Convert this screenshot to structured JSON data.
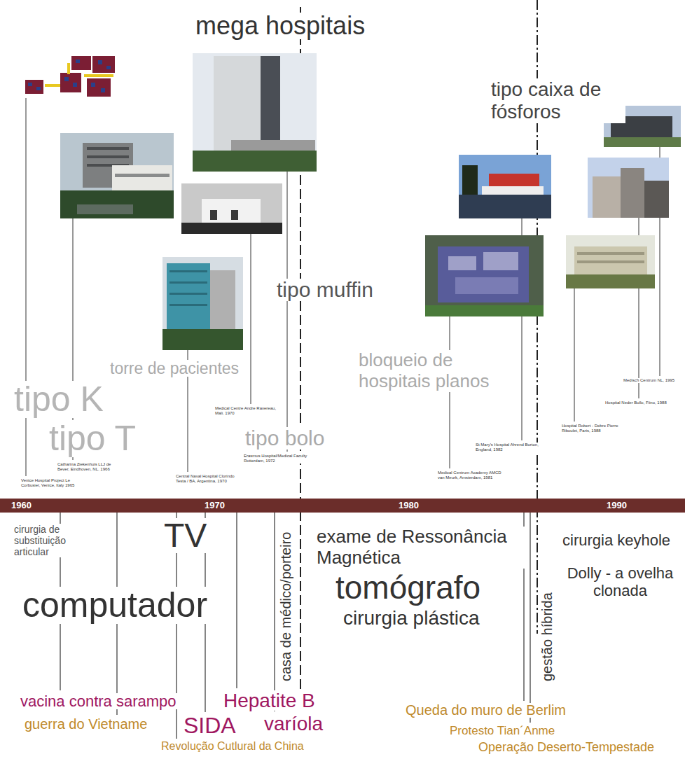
{
  "diagram": {
    "nodes": [
      {
        "text": [
          "1960",
          "1970",
          "1980",
          "1990"
        ]
      }
    ],
    "labels": [
      "mega hospitais",
      "tipo caixa de fósforos",
      "tipo muffin",
      "torre de pacientes",
      "bloqueio de hospitais planos",
      "tipo K",
      "tipo T",
      "tipo bolo",
      "Venice Hospital Project Le Corbusier, Venice, Italy 1965",
      "Catharina Ziekenhuis LLJ de Bever, Eindhoven, NL. 1966",
      "Central Naval Hospital Clorindo Testa / BA, Argentina, 1970",
      "Medical Centre Andre Ravereau, Mali. 1970",
      "Erasmus Hospital/Medical Faculty Rotterdam, 1972",
      "Medical Centrum Academy AMCD van Meurk, Amsterdam, 1981",
      "St Mary's Hospital Ahrend Burton, England, 1982",
      "Hospital Robert - Debre Pierre Riboulet, Paris, 1988",
      "Hospital Neder Bullo, Fiino, 1988",
      "Medisch Centrum NL, 1995",
      "cirurgia de substituição articular",
      "TV",
      "computador",
      "casa de médico/porteiro",
      "exame de Ressonância Magnética",
      "tomógrafo",
      "cirurgia plástica",
      "gestão híbrida",
      "cirurgia keyhole",
      "Dolly - a ovelha clonada",
      "vacina contra sarampo",
      "guerra do Vietname",
      "SIDA",
      "Hepatite B",
      "varíola",
      "Revolução Cutlural da China",
      "Queda do muro de Berlim",
      "Protesto Tian´Anme",
      "Operação Deserto-Tempestade"
    ]
  }
}
